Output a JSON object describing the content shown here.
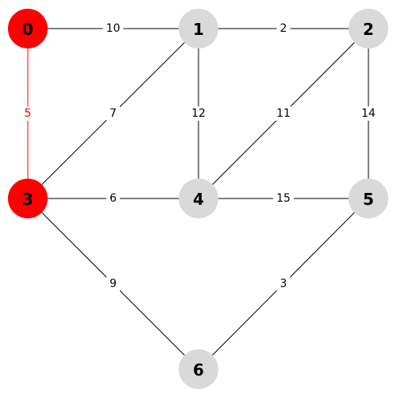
{
  "colors": {
    "highlight": "#ff0000",
    "default_node": "#d9d9d9",
    "default_edge": "#000000"
  },
  "graph": {
    "nodes": [
      {
        "id": "0",
        "label": "0",
        "highlighted": true
      },
      {
        "id": "1",
        "label": "1",
        "highlighted": false
      },
      {
        "id": "2",
        "label": "2",
        "highlighted": false
      },
      {
        "id": "3",
        "label": "3",
        "highlighted": true
      },
      {
        "id": "4",
        "label": "4",
        "highlighted": false
      },
      {
        "id": "5",
        "label": "5",
        "highlighted": false
      },
      {
        "id": "6",
        "label": "6",
        "highlighted": false
      }
    ],
    "edges": [
      {
        "from": "0",
        "to": "1",
        "weight": "10",
        "highlighted": false
      },
      {
        "from": "1",
        "to": "2",
        "weight": "2",
        "highlighted": false
      },
      {
        "from": "0",
        "to": "3",
        "weight": "5",
        "highlighted": true
      },
      {
        "from": "1",
        "to": "3",
        "weight": "7",
        "highlighted": false
      },
      {
        "from": "1",
        "to": "4",
        "weight": "12",
        "highlighted": false
      },
      {
        "from": "2",
        "to": "4",
        "weight": "11",
        "highlighted": false
      },
      {
        "from": "2",
        "to": "5",
        "weight": "14",
        "highlighted": false
      },
      {
        "from": "3",
        "to": "4",
        "weight": "6",
        "highlighted": false
      },
      {
        "from": "4",
        "to": "5",
        "weight": "15",
        "highlighted": false
      },
      {
        "from": "3",
        "to": "6",
        "weight": "9",
        "highlighted": false
      },
      {
        "from": "5",
        "to": "6",
        "weight": "3",
        "highlighted": false
      }
    ]
  }
}
